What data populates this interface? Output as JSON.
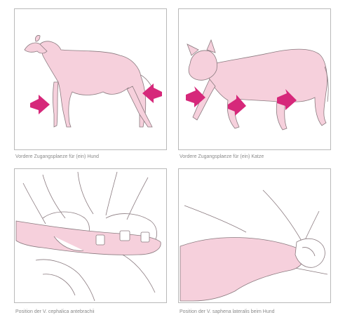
{
  "panels": [
    {
      "caption": "Vordere Zugangsplaeze für (ein) Hund"
    },
    {
      "caption": "Vordere Zugangsplaeze für (ein) Katze"
    },
    {
      "caption": "Position der V. cephalica antebrachii"
    },
    {
      "caption": "Position der V. saphena lateralis beim Hund"
    }
  ],
  "colors": {
    "skin": "#f6d0dc",
    "arrow": "#d6287a",
    "line": "#8a7a7f",
    "border": "#b9b9b9"
  }
}
